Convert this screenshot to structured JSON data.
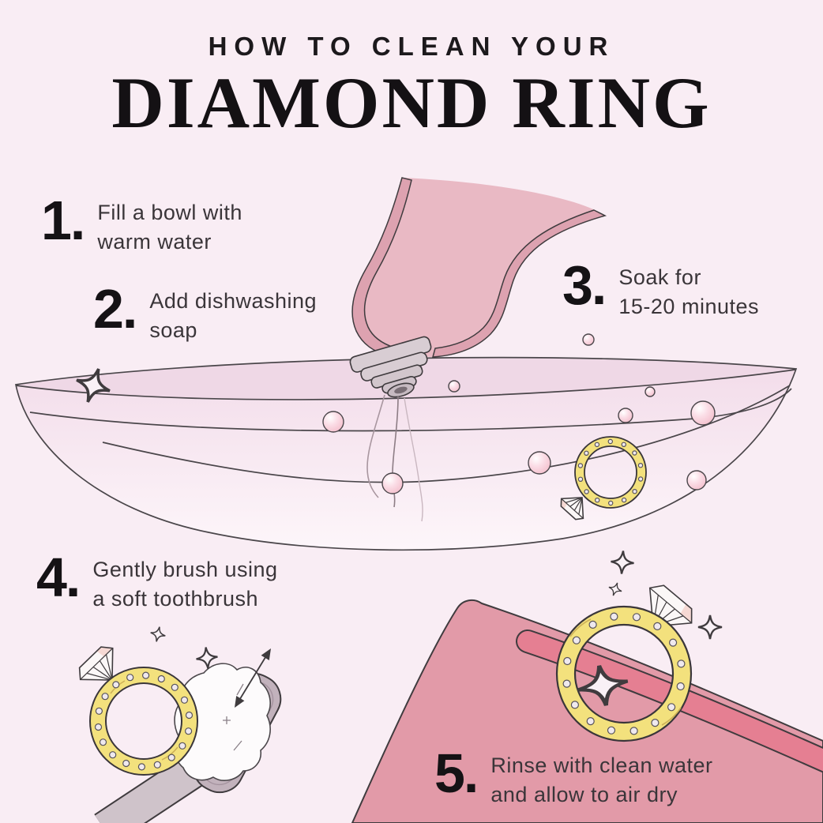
{
  "title": {
    "kicker": "HOW TO CLEAN YOUR",
    "main": "DIAMOND RING"
  },
  "steps": [
    {
      "number": "1.",
      "line1": "Fill a bowl with",
      "line2": "warm water"
    },
    {
      "number": "2.",
      "line1": "Add dishwashing",
      "line2": "soap"
    },
    {
      "number": "3.",
      "line1": "Soak for",
      "line2": "15-20 minutes"
    },
    {
      "number": "4.",
      "line1": "Gently brush using",
      "line2": "a soft toothbrush"
    },
    {
      "number": "5.",
      "line1": "Rinse with clean water",
      "line2": "and allow to air dry"
    }
  ],
  "colors": {
    "background": "#f9edf4",
    "heading_text": "#1c191c",
    "body_text": "#3a3539",
    "step_number": "#151215",
    "bottle_pink": "#e9b9c4",
    "bottle_pink_dark": "#dda2b0",
    "cap_gray": "#d8cdd3",
    "gold_band": "#f3e17d",
    "towel_pink": "#e29aa8",
    "towel_stripe": "#e57f92",
    "bubble_pink": "#f3bdcb",
    "toothbrush_handle": "#cfc3ca",
    "toothbrush_head": "#c2b2bc",
    "outline": "#3f3b3e"
  },
  "illustrations": {
    "bottle": "dish-soap-bottle-icon",
    "bowl": "soaking-bowl-icon",
    "ring": "diamond-ring-icon",
    "toothbrush": "toothbrush-icon",
    "towel": "towel-icon",
    "sparkle": "sparkle-icon",
    "bubble": "bubble-icon"
  }
}
